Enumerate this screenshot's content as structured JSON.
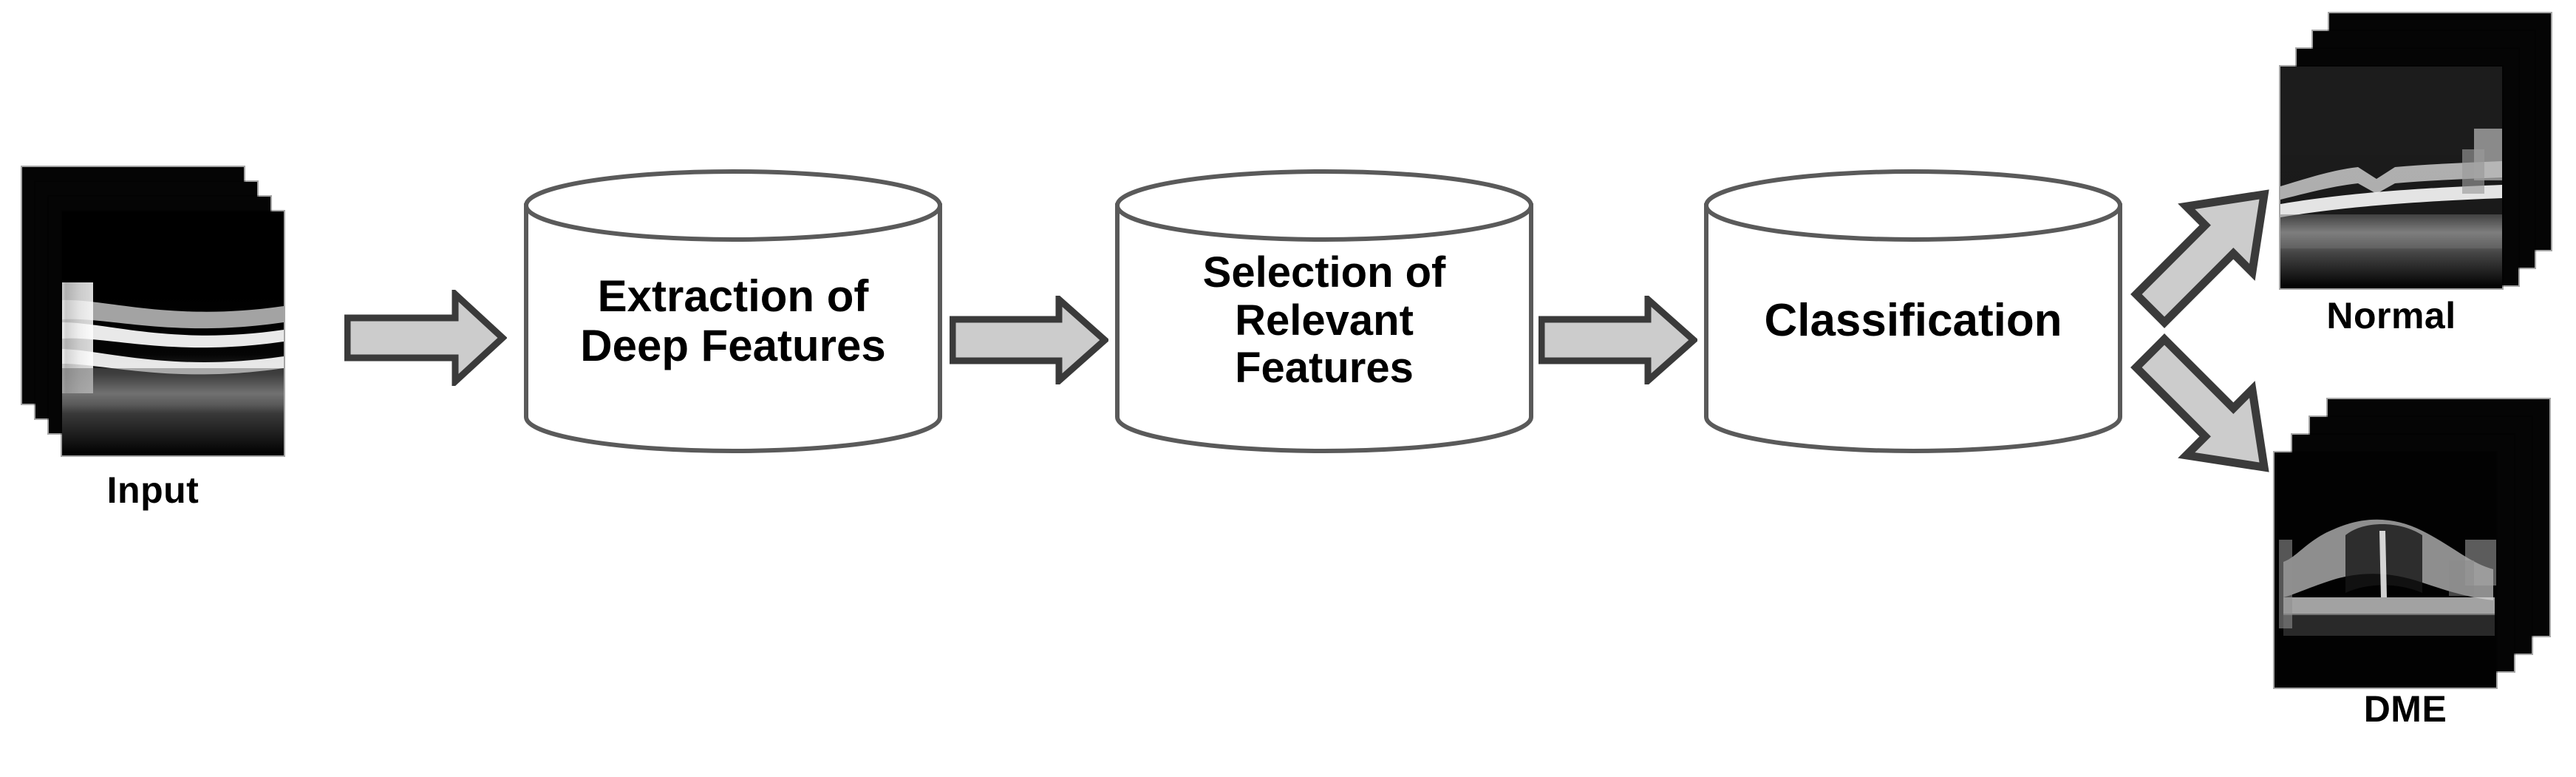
{
  "figure": {
    "title": "OCT retinal image classification pipeline",
    "background_color": "#ffffff"
  },
  "colors": {
    "arrow_fill": "#cccccc",
    "arrow_stroke": "#3a3a3a",
    "cylinder_stroke": "#5a5a5a",
    "cylinder_fill": "#ffffff",
    "text": "#000000",
    "image_background": "#000000"
  },
  "input": {
    "caption": "Input",
    "icon": "oct-image-stack-icon",
    "sheets": 4,
    "description": "Stack of grayscale OCT retinal B-scan images"
  },
  "stages": [
    {
      "id": "extraction",
      "label": "Extraction of\nDeep Features",
      "shape": "cylinder"
    },
    {
      "id": "selection",
      "label": "Selection of\nRelevant\nFeatures",
      "shape": "cylinder"
    },
    {
      "id": "classification",
      "label": "Classification",
      "shape": "cylinder"
    }
  ],
  "connectors": [
    {
      "id": "input-to-extraction",
      "icon": "right-arrow-icon",
      "direction": "right"
    },
    {
      "id": "extraction-to-selection",
      "icon": "right-arrow-icon",
      "direction": "right"
    },
    {
      "id": "selection-to-classification",
      "icon": "right-arrow-icon",
      "direction": "right"
    },
    {
      "id": "classification-to-normal",
      "icon": "up-right-arrow-icon",
      "direction": "up-right"
    },
    {
      "id": "classification-to-dme",
      "icon": "down-right-arrow-icon",
      "direction": "down-right"
    }
  ],
  "outputs": [
    {
      "id": "normal",
      "caption": "Normal",
      "icon": "oct-image-stack-icon",
      "sheets": 4,
      "description": "Stack of normal retina OCT B-scans with foveal depression"
    },
    {
      "id": "dme",
      "caption": "DME",
      "icon": "oct-image-stack-icon",
      "sheets": 4,
      "description": "Stack of diabetic macular edema OCT B-scans with retinal thickening"
    }
  ]
}
